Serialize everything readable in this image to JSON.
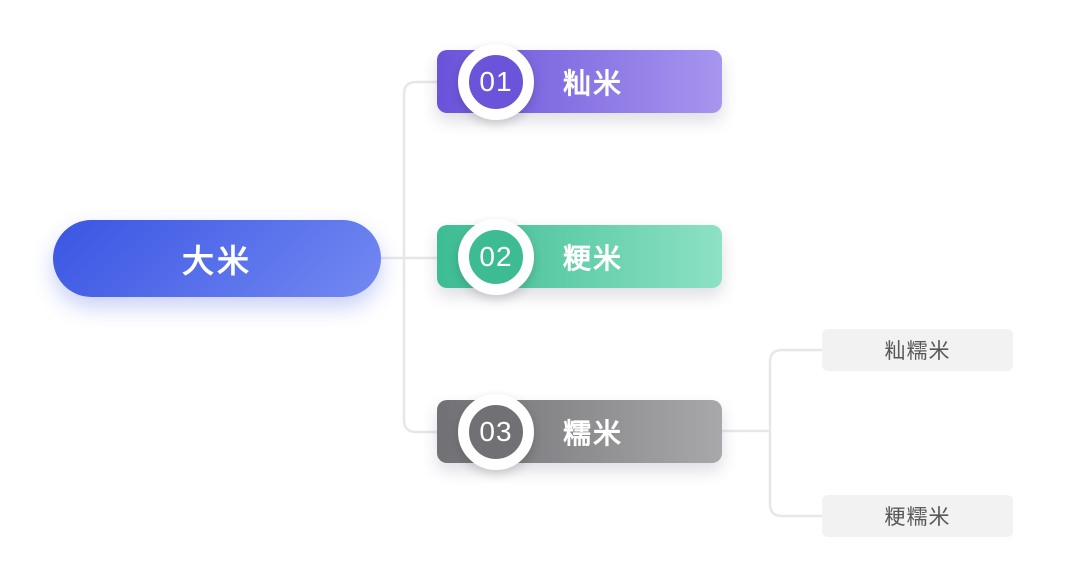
{
  "canvas": {
    "background": "#ffffff",
    "connector_color": "#e7e7ea"
  },
  "root": {
    "label": "大米",
    "gradient_from": "#3a55e3",
    "gradient_to": "#7389f2",
    "text_color": "#ffffff"
  },
  "branches": [
    {
      "badge": "01",
      "label": "籼米",
      "gradient_from": "#6b53da",
      "gradient_to": "#a795ee"
    },
    {
      "badge": "02",
      "label": "粳米",
      "gradient_from": "#3dbc93",
      "gradient_to": "#8de1c4"
    },
    {
      "badge": "03",
      "label": "糯米",
      "gradient_from": "#717175",
      "gradient_to": "#a8a8aa"
    }
  ],
  "leaves": [
    {
      "label": "籼糯米"
    },
    {
      "label": "粳糯米"
    }
  ],
  "leaf_style": {
    "background": "#f2f2f2",
    "text_color": "#58585a"
  }
}
